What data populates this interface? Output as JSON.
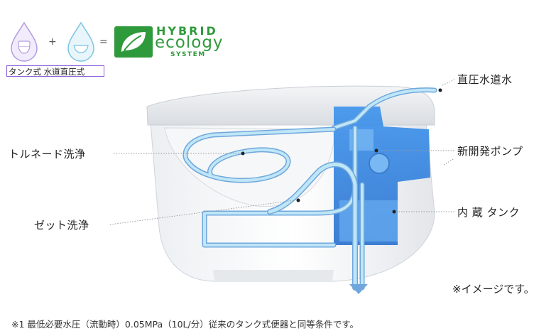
{
  "header": {
    "tag_label": "タンク式 水道直圧式",
    "plus_sign": "+",
    "equals_sign": "=",
    "logo_line1": "HYBRID",
    "logo_line2": "ecology",
    "logo_line3": "SYSTEM",
    "icons": [
      "tank-drop-icon",
      "direct-pressure-drop-icon",
      "leaf-logo-icon"
    ]
  },
  "labels": {
    "water_supply": "直圧水道水",
    "pump": "新開発ポンプ",
    "tank": "内 蔵 タンク",
    "tornado": "トルネード洗浄",
    "zet": "ゼット洗浄"
  },
  "note": "※イメージです。",
  "footnote": "※1 最低必要水圧（流動時）0.05MPa（10L/分）従来のタンク式便器と同等条件です。",
  "colors": {
    "accent_purple": "#8a5cd6",
    "logo_green": "#2f9a3b",
    "tank_blue": "#2f86e6",
    "flow_light": "#bfe6f7",
    "flow_edge": "#6fa7dc"
  }
}
